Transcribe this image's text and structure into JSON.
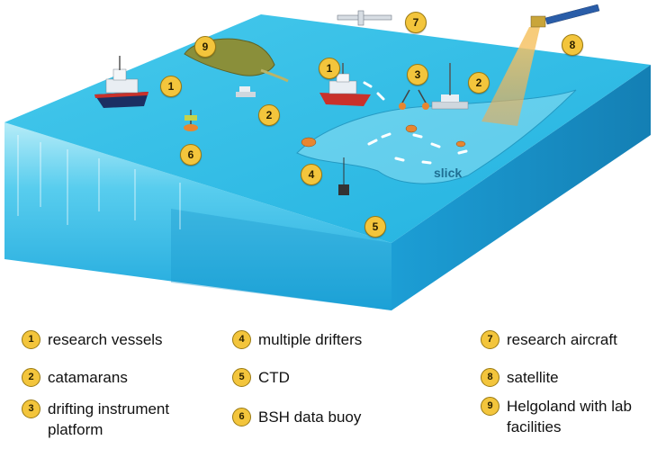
{
  "scene": {
    "slick_label": "slick"
  },
  "markers": {
    "m1a": "1",
    "m1b": "1",
    "m2a": "2",
    "m2b": "2",
    "m3": "3",
    "m4": "4",
    "m5": "5",
    "m6": "6",
    "m7": "7",
    "m8": "8",
    "m9": "9"
  },
  "legend": [
    {
      "number": "1",
      "label": "research vessels"
    },
    {
      "number": "2",
      "label": "catamarans"
    },
    {
      "number": "3",
      "label": "drifting instrument platform"
    },
    {
      "number": "4",
      "label": "multiple drifters"
    },
    {
      "number": "5",
      "label": "CTD"
    },
    {
      "number": "6",
      "label": "BSH data buoy"
    },
    {
      "number": "7",
      "label": "research aircraft"
    },
    {
      "number": "8",
      "label": "satellite"
    },
    {
      "number": "9",
      "label": "Helgoland with lab facilities"
    }
  ],
  "colors": {
    "water_surface": "#33c0e6",
    "water_deep": "#1a9ed0",
    "marker_fill": "#f3c53c",
    "slick_text": "#1f6f93"
  }
}
